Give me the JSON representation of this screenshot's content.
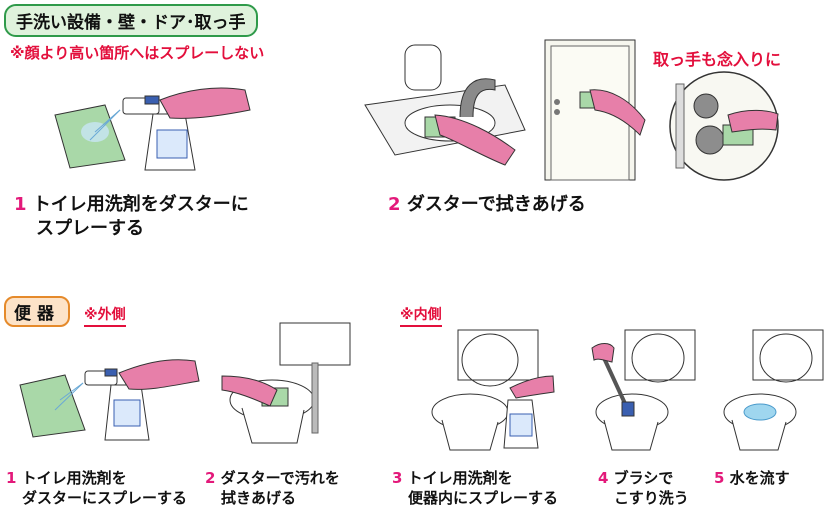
{
  "top": {
    "section_title": "手洗い設備・壁・ドア･取っ手",
    "warning": "※顔より高い箇所へはスプレーしない",
    "handle_note": "取っ手も念入りに",
    "steps": [
      {
        "num": "1",
        "line1": "トイレ用洗剤をダスターに",
        "line2": "スプレーする"
      },
      {
        "num": "2",
        "line1": "ダスターで拭きあげる"
      }
    ]
  },
  "bottom": {
    "section_title": "便器",
    "outside_label": "※外側",
    "inside_label": "※内側",
    "steps": [
      {
        "num": "1",
        "line1": "トイレ用洗剤を",
        "line2": "ダスターにスプレーする"
      },
      {
        "num": "2",
        "line1": "ダスターで汚れを",
        "line2": "拭きあげる"
      },
      {
        "num": "3",
        "line1": "トイレ用洗剤を",
        "line2": "便器内にスプレーする"
      },
      {
        "num": "4",
        "line1": "ブラシで",
        "line2": "こすり洗う"
      },
      {
        "num": "5",
        "line1": "水を流す"
      }
    ]
  },
  "colors": {
    "glove": "#e77fa9",
    "cloth": "#a9d8a8",
    "accent_pink": "#e3197a",
    "note_red": "#e30f3c",
    "section_green": "#2f9a4a",
    "section_orange": "#e58a2b"
  }
}
